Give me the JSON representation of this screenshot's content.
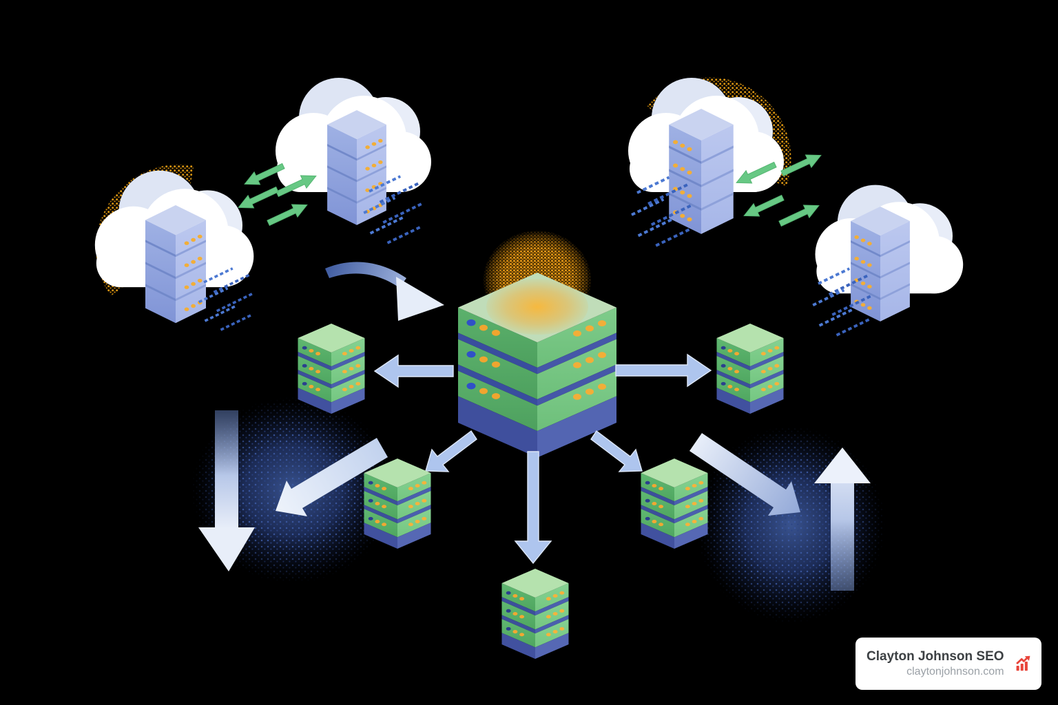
{
  "badge": {
    "title": "Clayton Johnson SEO",
    "url": "claytonjohnson.com",
    "icon": "trending-up-bar-chart-icon",
    "icon_color": "#e8443a",
    "background": "#ffffff",
    "title_color": "#3c4043",
    "url_color": "#9aa0a6"
  },
  "scene": {
    "background_color": "#000000",
    "description": "Isometric network illustration: central green server hub with orange glow distributing to five small green servers, fed by four blue cloud servers with bidirectional data streams",
    "central_hub": {
      "name": "central-server",
      "layers": 3,
      "face_color": "#58ad68",
      "side_color": "#77c884",
      "top_color": "#c0ddb9",
      "glow_color": "#f3ae35",
      "base_color": "#3f4f9d",
      "led_colors": [
        "#3050c8",
        "#f0a52f"
      ]
    },
    "satellite_servers": {
      "count": 5,
      "positions": [
        "left",
        "right",
        "bottom-left",
        "bottom-right",
        "bottom-center"
      ],
      "face_color": "#5eb46e",
      "base_color": "#41519f"
    },
    "cloud_servers": {
      "count": 4,
      "positions": [
        "top-left",
        "upper-middle-left",
        "top-right",
        "middle-right"
      ],
      "cloud_color": "#ffffff",
      "tower_color": "#94a7de",
      "led_color": "#f2ae38",
      "halo_color": "#d99512"
    },
    "arrows": {
      "hub_out_color": "#aec5ee",
      "large_flow_color": "#dfe8f7",
      "sync_arrows_color": "#67c884",
      "data_stream_color": "#4c79d2",
      "dark_glow_color": "#23366b"
    }
  }
}
